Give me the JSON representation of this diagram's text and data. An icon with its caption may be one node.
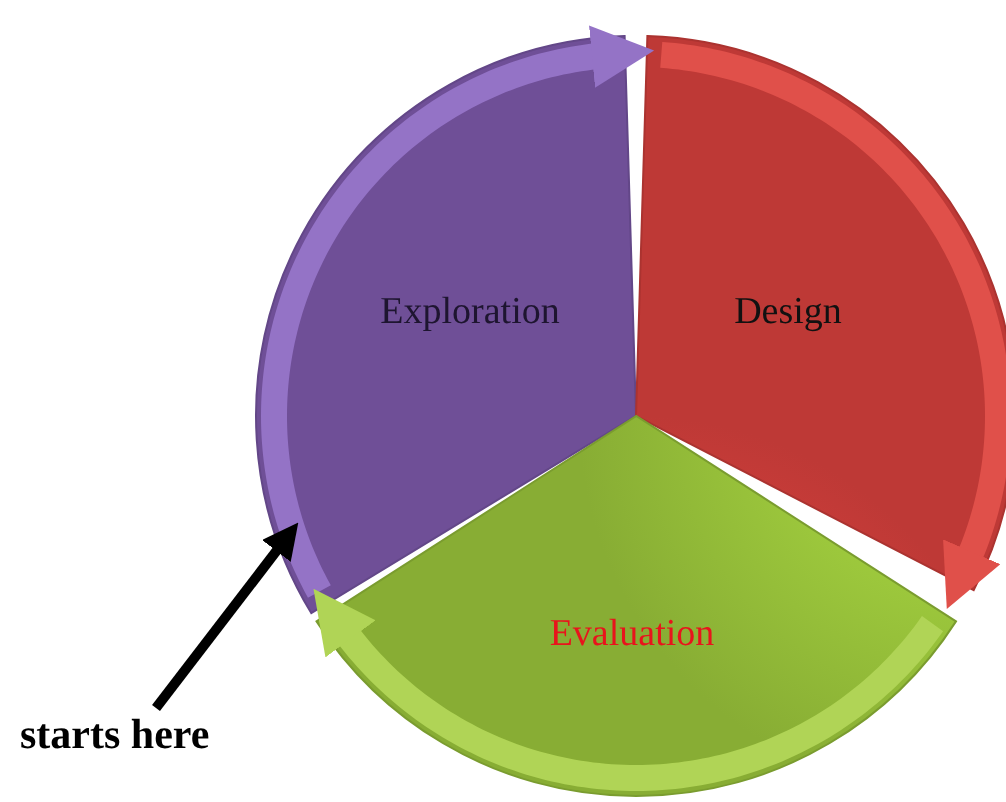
{
  "diagram": {
    "nodes": [
      {
        "text": [
          "Exploration"
        ]
      },
      {
        "text": [
          "Design"
        ]
      },
      {
        "text": [
          "Evaluation"
        ]
      },
      {
        "text": [
          "starts here"
        ]
      }
    ],
    "edges": [
      {
        "from": 0,
        "to": 1,
        "arrow": "to",
        "color": "#9473c6"
      },
      {
        "from": 1,
        "to": 2,
        "arrow": "to",
        "color": "#e0504a"
      },
      {
        "from": 2,
        "to": 0,
        "arrow": "to",
        "color": "#b0d456"
      },
      {
        "from": 3,
        "to": 0,
        "arrow": "to",
        "color": "#000000"
      }
    ]
  }
}
